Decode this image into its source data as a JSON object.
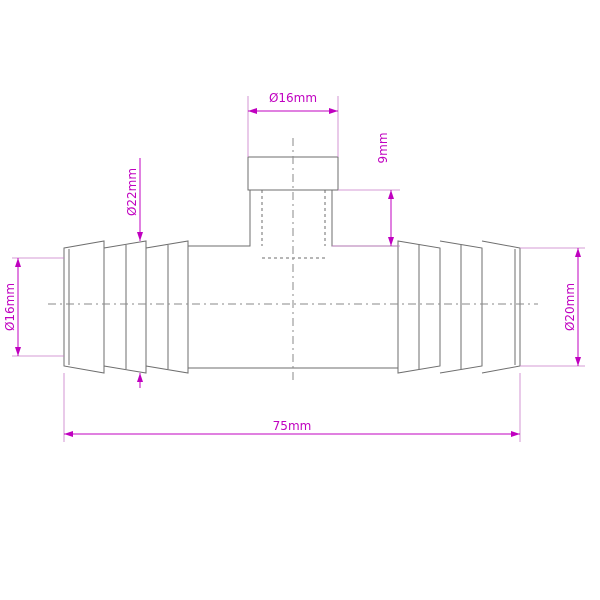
{
  "colors": {
    "background": "#ffffff",
    "outline": "#6e6e6e",
    "centerline": "#8a8a8a",
    "dimension": "#c000c0",
    "extension": "#c87ac8"
  },
  "dimensions": {
    "top_outlet": "Ø16mm",
    "top_depth": "9mm",
    "left_barb_major": "Ø22mm",
    "left_bore": "Ø16mm",
    "right_bore": "Ø20mm",
    "overall_length": "75mm"
  }
}
